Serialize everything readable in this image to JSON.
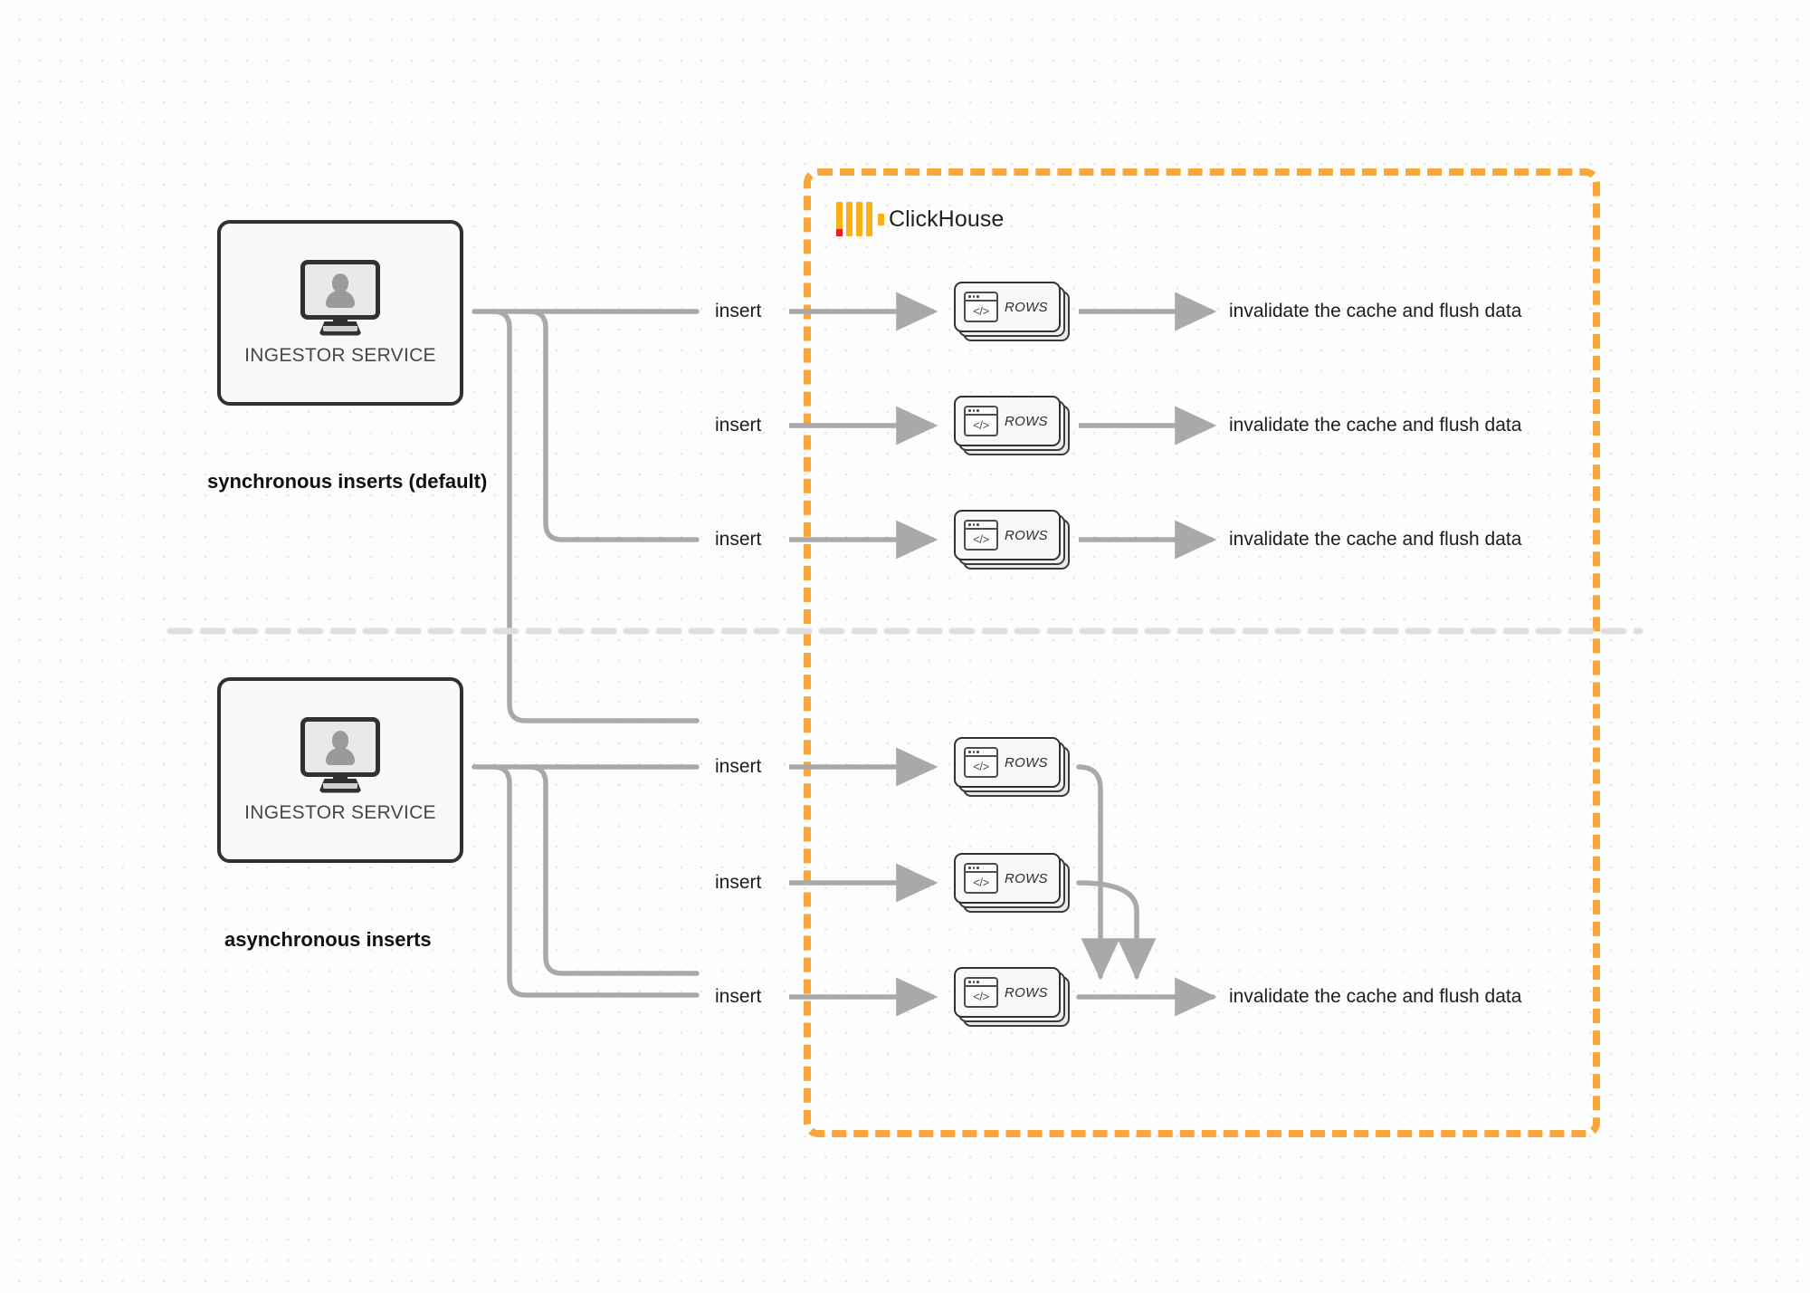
{
  "diagram": {
    "title": "ClickHouse synchronous vs asynchronous inserts",
    "colors": {
      "boundary_orange": "#F9A63A",
      "logo_yellow": "#FBB116",
      "logo_red": "#ED1C24",
      "edge_gray": "#A9A9A9",
      "node_border": "#2F3133",
      "background": "#FDFDFD"
    }
  },
  "clickhouse_boundary": {
    "label": "ClickHouse",
    "logo_name": "clickhouse-logo"
  },
  "sections": [
    {
      "id": "synchronous",
      "title": "synchronous inserts (default)",
      "service": {
        "label": "INGESTOR SERVICE",
        "icon": "monitor-user-icon"
      },
      "lanes": [
        {
          "insert_label": "insert",
          "rows_label": "ROWS",
          "rows_icon": "code-window-icon",
          "result_label": "invalidate the cache and flush data"
        },
        {
          "insert_label": "insert",
          "rows_label": "ROWS",
          "rows_icon": "code-window-icon",
          "result_label": "invalidate the cache and flush data"
        },
        {
          "insert_label": "insert",
          "rows_label": "ROWS",
          "rows_icon": "code-window-icon",
          "result_label": "invalidate the cache and flush data"
        }
      ]
    },
    {
      "id": "asynchronous",
      "title": "asynchronous inserts",
      "service": {
        "label": "INGESTOR SERVICE",
        "icon": "monitor-user-icon"
      },
      "lanes": [
        {
          "insert_label": "insert",
          "rows_label": "ROWS",
          "rows_icon": "code-window-icon",
          "result_label": ""
        },
        {
          "insert_label": "insert",
          "rows_label": "ROWS",
          "rows_icon": "code-window-icon",
          "result_label": ""
        },
        {
          "insert_label": "insert",
          "rows_label": "ROWS",
          "rows_icon": "code-window-icon",
          "result_label": "invalidate the cache and flush data"
        }
      ]
    }
  ]
}
